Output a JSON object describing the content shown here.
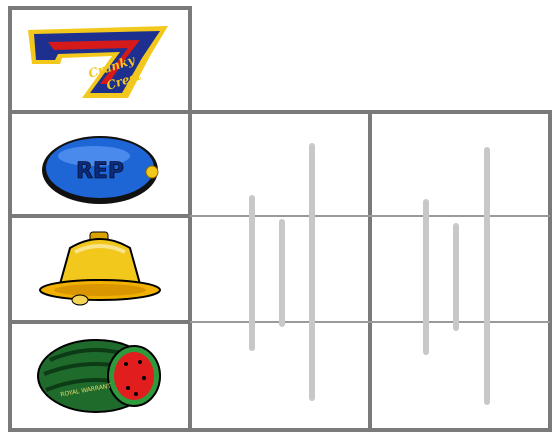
{
  "logo": {
    "text_line1": "Cranky",
    "text_line2": "Crest",
    "numeral": "7",
    "colors": {
      "blue": "#1d2f8f",
      "red": "#d61a1a",
      "gold": "#f2c81c"
    }
  },
  "symbols": [
    {
      "name": "replay",
      "label": "REP",
      "icon": "blue-oval-rep-icon"
    },
    {
      "name": "bell",
      "label": "",
      "icon": "gold-bell-icon"
    },
    {
      "name": "watermelon",
      "label": "ROYAL WARRANT",
      "icon": "watermelon-icon"
    }
  ],
  "reels": [
    {
      "name": "reel-left",
      "lines": 3
    },
    {
      "name": "reel-right",
      "lines": 3
    }
  ],
  "colors": {
    "frame": "#7a7a7a",
    "reel_line": "#c8c8c8",
    "background": "#ffffff"
  }
}
